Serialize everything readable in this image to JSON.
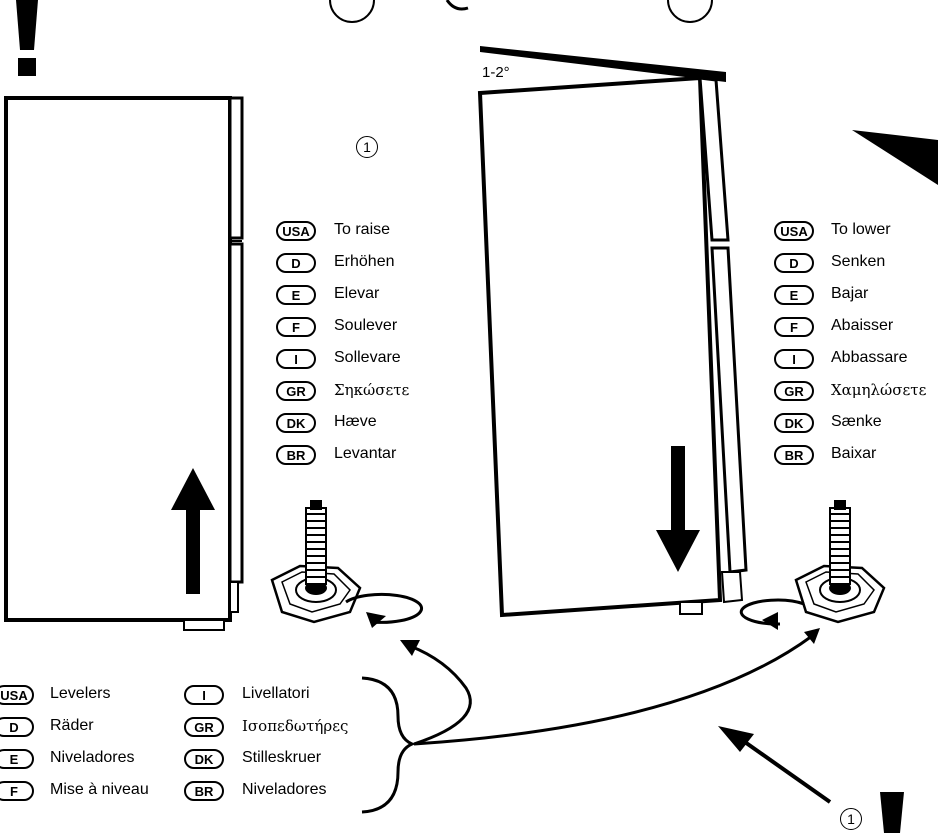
{
  "angle_label": "1-2°",
  "step_marker": "1",
  "raise_list": [
    {
      "code": "USA",
      "text": "To raise"
    },
    {
      "code": "D",
      "text": "Erhöhen"
    },
    {
      "code": "E",
      "text": "Elevar"
    },
    {
      "code": "F",
      "text": "Soulever"
    },
    {
      "code": "I",
      "text": "Sollevare"
    },
    {
      "code": "GR",
      "text": "Σηκώσετε"
    },
    {
      "code": "DK",
      "text": "Hæve"
    },
    {
      "code": "BR",
      "text": "Levantar"
    }
  ],
  "lower_list": [
    {
      "code": "USA",
      "text": "To lower"
    },
    {
      "code": "D",
      "text": "Senken"
    },
    {
      "code": "E",
      "text": "Bajar"
    },
    {
      "code": "F",
      "text": "Abaisser"
    },
    {
      "code": "I",
      "text": "Abbassare"
    },
    {
      "code": "GR",
      "text": "Χαμηλώσετε"
    },
    {
      "code": "DK",
      "text": "Sænke"
    },
    {
      "code": "BR",
      "text": "Baixar"
    }
  ],
  "levelers_col1": [
    {
      "code": "USA",
      "text": "Levelers"
    },
    {
      "code": "D",
      "text": "Räder"
    },
    {
      "code": "E",
      "text": "Niveladores"
    },
    {
      "code": "F",
      "text": "Mise à niveau"
    }
  ],
  "levelers_col2": [
    {
      "code": "I",
      "text": "Livellatori"
    },
    {
      "code": "GR",
      "text": "Ισοπεδωτήρες"
    },
    {
      "code": "DK",
      "text": "Stilleskruer"
    },
    {
      "code": "BR",
      "text": "Niveladores"
    }
  ]
}
